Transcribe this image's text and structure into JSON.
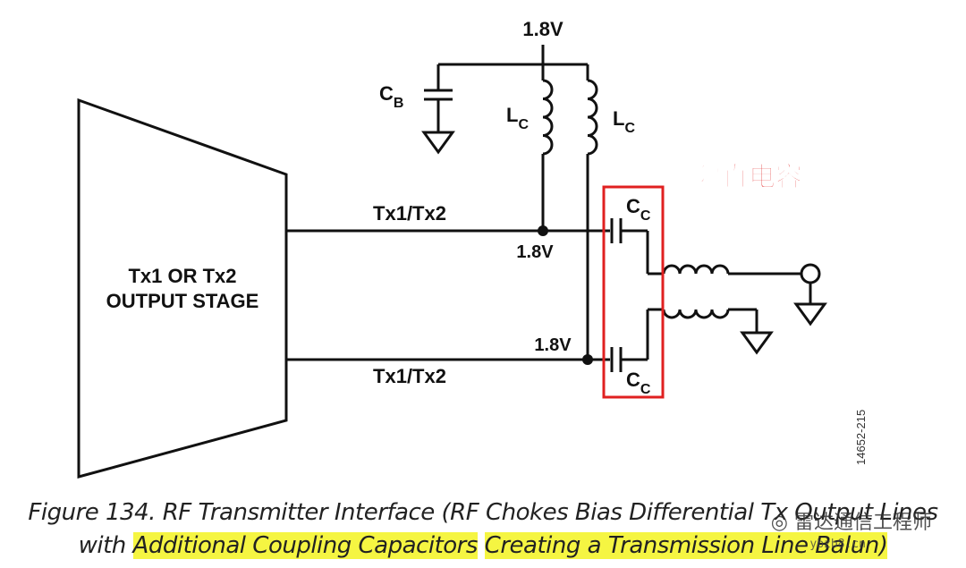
{
  "schematic": {
    "supply_label": "1.8V",
    "cb_main": "C",
    "cb_sub": "B",
    "lc_main": "L",
    "lc_sub": "C",
    "cc_main": "C",
    "cc_sub": "C",
    "line_label": "Tx1/Tx2",
    "node_voltage": "1.8V",
    "stage_line1": "Tx1 OR Tx2",
    "stage_line2": "OUTPUT STAGE",
    "annotation": "隔直电容",
    "figure_id": "14652-215"
  },
  "caption": {
    "line1": "Figure 134. RF Transmitter Interface (RF Chokes Bias Differential Tx Output Lines",
    "line2_prefix": "with ",
    "line2_hl1": "Additional Coupling Capacitors",
    "line2_hl2": "Creating a Transmission Line Balun)"
  },
  "watermark": {
    "text": "雷达通信工程师",
    "small": "ybzb8.cn"
  },
  "colors": {
    "ink": "#111111",
    "annotation": "#e02020",
    "highlight": "#f5f542"
  }
}
